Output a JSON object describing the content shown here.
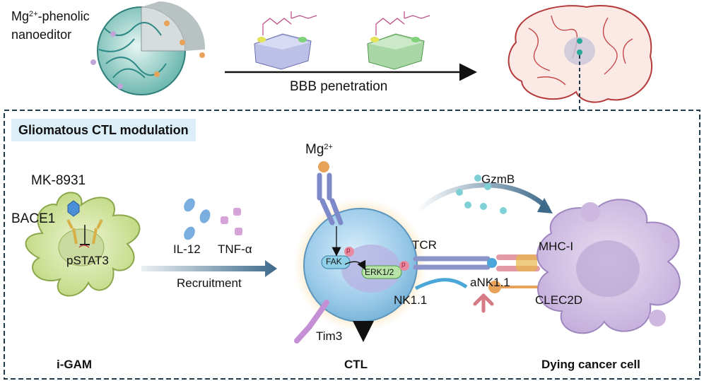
{
  "top": {
    "nanoeditor_label_prefix": "Mg",
    "nanoeditor_label_sup": "2+",
    "nanoeditor_label_line1_rest": "-phenolic",
    "nanoeditor_label_line2": "nanoeditor",
    "arrow_label": "BBB penetration"
  },
  "panel": {
    "title": "Gliomatous CTL modulation"
  },
  "gam": {
    "drug": "MK-8931",
    "target": "BACE1",
    "signal": "pSTAT3",
    "caption": "i-GAM"
  },
  "cytokines": {
    "il12": "IL-12",
    "tnf": "TNF-α",
    "recruitment": "Recruitment"
  },
  "ctl": {
    "ion_prefix": "Mg",
    "ion_sup": "2+",
    "fak": "FAK",
    "erk": "ERK1/2",
    "phospho": "p",
    "tcr": "TCR",
    "nk11": "NK1.1",
    "tim3": "Tim3",
    "gzmb": "GzmB",
    "caption": "CTL"
  },
  "cancer": {
    "mhc": "MHC-I",
    "ank": "aNK1.1",
    "clec": "CLEC2D",
    "caption": "Dying cancer cell"
  },
  "colors": {
    "frame": "#1f3b4d",
    "arrow_blue": "#3d6a8a",
    "gam_cell": "#d6e6a6",
    "ctl_cell": "#a9d4ef",
    "ctl_halo": "#f6d08a",
    "cancer_cell": "#d7c7e6",
    "title_bg": "#dceef8"
  }
}
